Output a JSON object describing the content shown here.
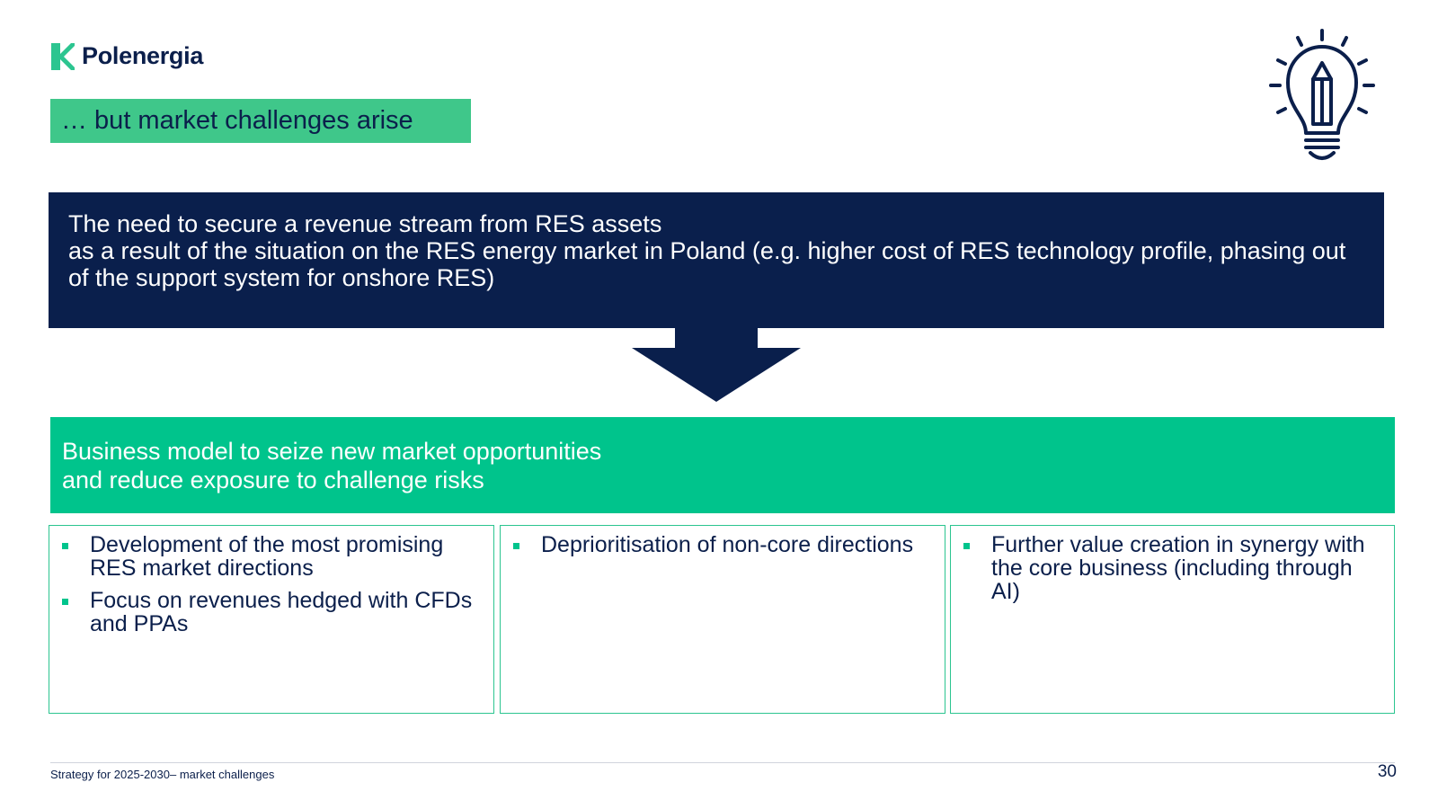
{
  "brand": {
    "name": "Polenergia",
    "accent": "#00c48c",
    "navy": "#0a1f4c"
  },
  "subtitle": "… but market challenges arise",
  "problem": {
    "title": "The need to secure a revenue stream from RES assets",
    "body": "as a result of the situation on the RES energy market in Poland (e.g. higher cost of RES technology profile, phasing out of the support system for onshore RES)"
  },
  "model": {
    "line1": "Business model to seize new market opportunities",
    "line2": "and reduce exposure to challenge risks"
  },
  "columns": [
    {
      "bullets": [
        "Development of the most promising RES market directions",
        "Focus on revenues hedged with CFDs and PPAs"
      ]
    },
    {
      "bullets": [
        "Deprioritisation of non-core directions"
      ]
    },
    {
      "bullets": [
        "Further value creation in synergy with the core business (including through AI)"
      ]
    }
  ],
  "icons": {
    "logo": "polenergia-logo-icon",
    "idea": "lightbulb-pencil-icon",
    "arrow": "down-arrow-icon"
  },
  "footer": {
    "text": "Strategy for 2025-2030– market challenges",
    "page": "30"
  }
}
